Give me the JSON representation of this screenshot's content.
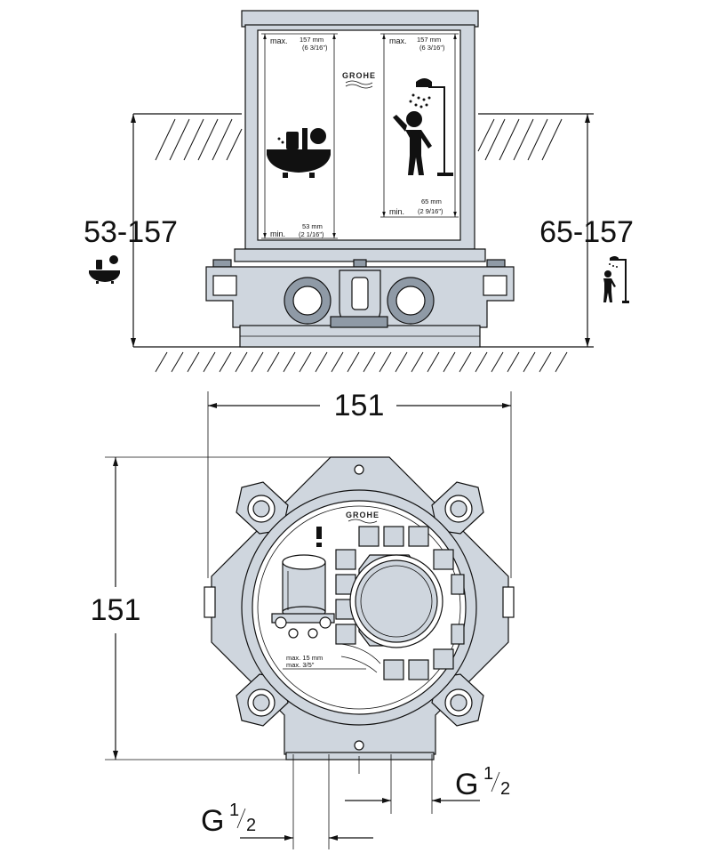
{
  "side_view": {
    "logo": "GROHE",
    "left_scale": {
      "max_label": "max.",
      "max_value": "157 mm",
      "max_inch": "(6 3/16\")",
      "min_label": "min.",
      "min_value": "53 mm",
      "min_inch": "(2 1/16\")"
    },
    "right_scale": {
      "max_label": "max.",
      "max_value": "157 mm",
      "max_inch": "(6 3/16\")",
      "min_label": "min.",
      "min_value": "65 mm",
      "min_inch": "(2 9/16\")"
    },
    "left_dimension": "53-157",
    "right_dimension": "65-157",
    "left_icon": "bathtub-icon",
    "right_icon": "shower-icon"
  },
  "top_view": {
    "logo": "GROHE",
    "width_dimension": "151",
    "height_dimension": "151",
    "warning_icon": "exclamation-icon",
    "plaster_max_value": "max. 15 mm",
    "plaster_max_inch": "max. 3/5\"",
    "thread_label": "G",
    "thread_num": "1",
    "thread_den": "2"
  }
}
